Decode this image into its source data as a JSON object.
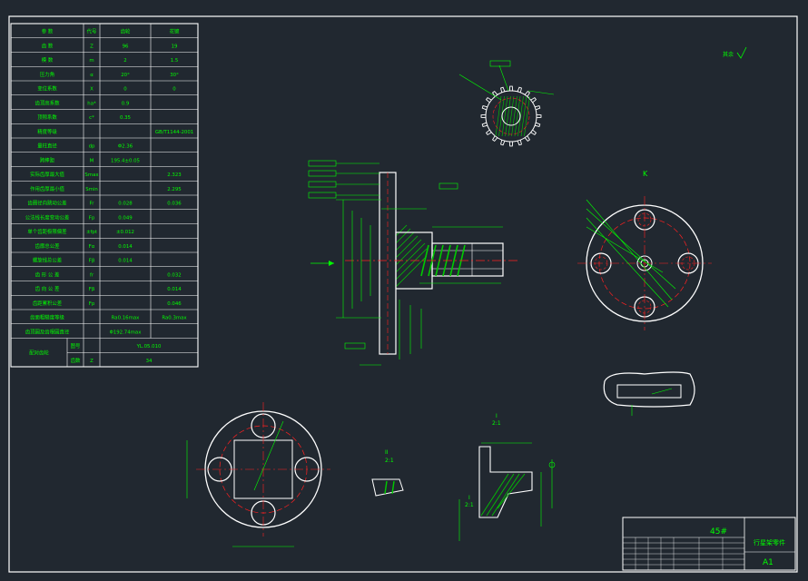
{
  "colors": {
    "background": "#212830",
    "frame": "#ffffff",
    "table_text": "#00ff00",
    "geometry": "#ffffff",
    "dimension": "#00ff00",
    "centerline": "#ff2020",
    "hatch": "#00cc00"
  },
  "param_table": {
    "headers": [
      "参 数",
      "代号",
      "齿轮",
      "花键"
    ],
    "rows": [
      [
        "齿 数",
        "Z",
        "96",
        "19"
      ],
      [
        "模 数",
        "m",
        "2",
        "1.5"
      ],
      [
        "压力角",
        "α",
        "20°",
        "30°"
      ],
      [
        "变位系数",
        "X",
        "0",
        "0"
      ],
      [
        "齿顶高系数",
        "ha*",
        "0.9",
        ""
      ],
      [
        "顶隙系数",
        "c*",
        "0.35",
        ""
      ],
      [
        "精度等级",
        "",
        "",
        "GB/T1144-2001"
      ],
      [
        "量柱直径",
        "dp",
        "Φ2.36",
        ""
      ],
      [
        "跨棒距",
        "M",
        "195.4±0.05",
        ""
      ],
      [
        "实际齿厚最大值",
        "Smax",
        "",
        "2.323"
      ],
      [
        "作用齿厚最小值",
        "Smin",
        "",
        "2.295"
      ],
      [
        "齿圈径向跳动公差",
        "Fr",
        "0.028",
        "0.036"
      ],
      [
        "公法线长度变动公差",
        "Fp",
        "0.049",
        ""
      ],
      [
        "单个齿距极限偏差",
        "±fpt",
        "±0.012",
        ""
      ],
      [
        "齿廓总公差",
        "Fα",
        "0.014",
        ""
      ],
      [
        "螺旋线总公差",
        "Fβ",
        "0.014",
        ""
      ],
      [
        "齿 形 公 差",
        "fr",
        "",
        "0.032"
      ],
      [
        "齿 向 公 差",
        "Fβ",
        "",
        "0.014"
      ],
      [
        "齿距累积公差",
        "Fp",
        "",
        "0.046"
      ],
      [
        "齿面粗糙度等级",
        "",
        "Ra0.16max",
        "Ra0.3max"
      ],
      [
        "齿顶圆及齿根圆直径",
        "",
        "Φ192.74max",
        ""
      ]
    ],
    "mating": {
      "label": "配对齿轮",
      "rows": [
        [
          "图号",
          "",
          "YL.05.010"
        ],
        [
          "齿数",
          "Z",
          "34"
        ]
      ]
    }
  },
  "view_labels": {
    "k_view": "K",
    "detail_ii": "II",
    "scale_ii": "2:1",
    "detail_i": "I",
    "scale_i": "2:1",
    "detail_i_small": "I",
    "scale_i_small": "2:1"
  },
  "top_right_note": "其余",
  "title_block": {
    "material": "45#",
    "part_name": "行星架零件",
    "sheet_size": "A1"
  },
  "gear_view": {
    "shaft_segments": 4,
    "pins": 4
  }
}
